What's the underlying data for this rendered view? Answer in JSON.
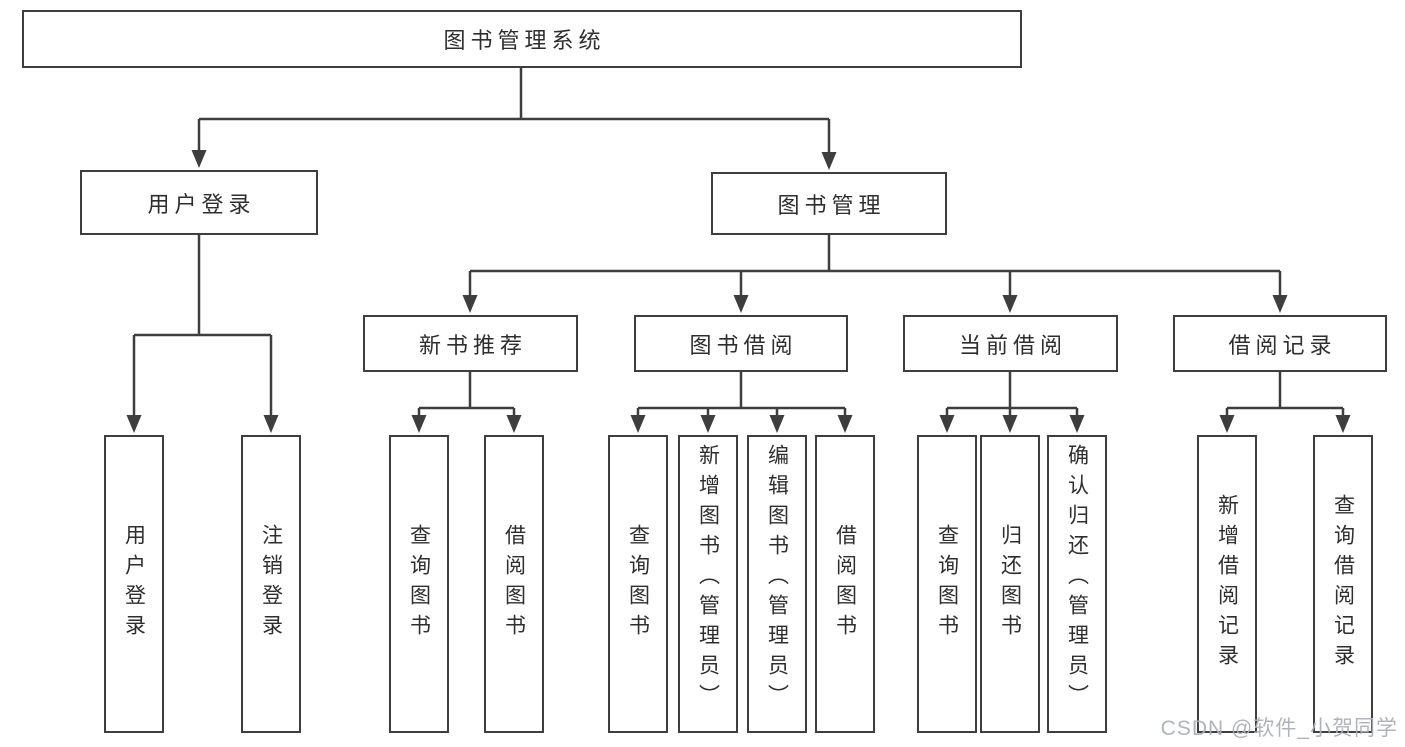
{
  "tree": {
    "root": {
      "label": "图书管理系统"
    },
    "branches": [
      {
        "label": "用户登录",
        "children": [
          {
            "label": "用户登录"
          },
          {
            "label": "注销登录"
          }
        ]
      },
      {
        "label": "图书管理",
        "children": [
          {
            "label": "新书推荐",
            "children": [
              {
                "label": "查询图书"
              },
              {
                "label": "借阅图书"
              }
            ]
          },
          {
            "label": "图书借阅",
            "children": [
              {
                "label": "查询图书"
              },
              {
                "label": "新增图书（管理员）"
              },
              {
                "label": "编辑图书（管理员）"
              },
              {
                "label": "借阅图书"
              }
            ]
          },
          {
            "label": "当前借阅",
            "children": [
              {
                "label": "查询图书"
              },
              {
                "label": "归还图书"
              },
              {
                "label": "确认归还（管理员）"
              }
            ]
          },
          {
            "label": "借阅记录",
            "children": [
              {
                "label": "新增借阅记录"
              },
              {
                "label": "查询借阅记录"
              }
            ]
          }
        ]
      }
    ]
  },
  "watermark": {
    "text": "CSDN @软件_小贺同学"
  },
  "colors": {
    "line": "#3e3e3e",
    "text": "#2e2e2e",
    "box_background": "#ffffff",
    "page_background": "#ffffff",
    "watermark": "#abb0b7"
  }
}
